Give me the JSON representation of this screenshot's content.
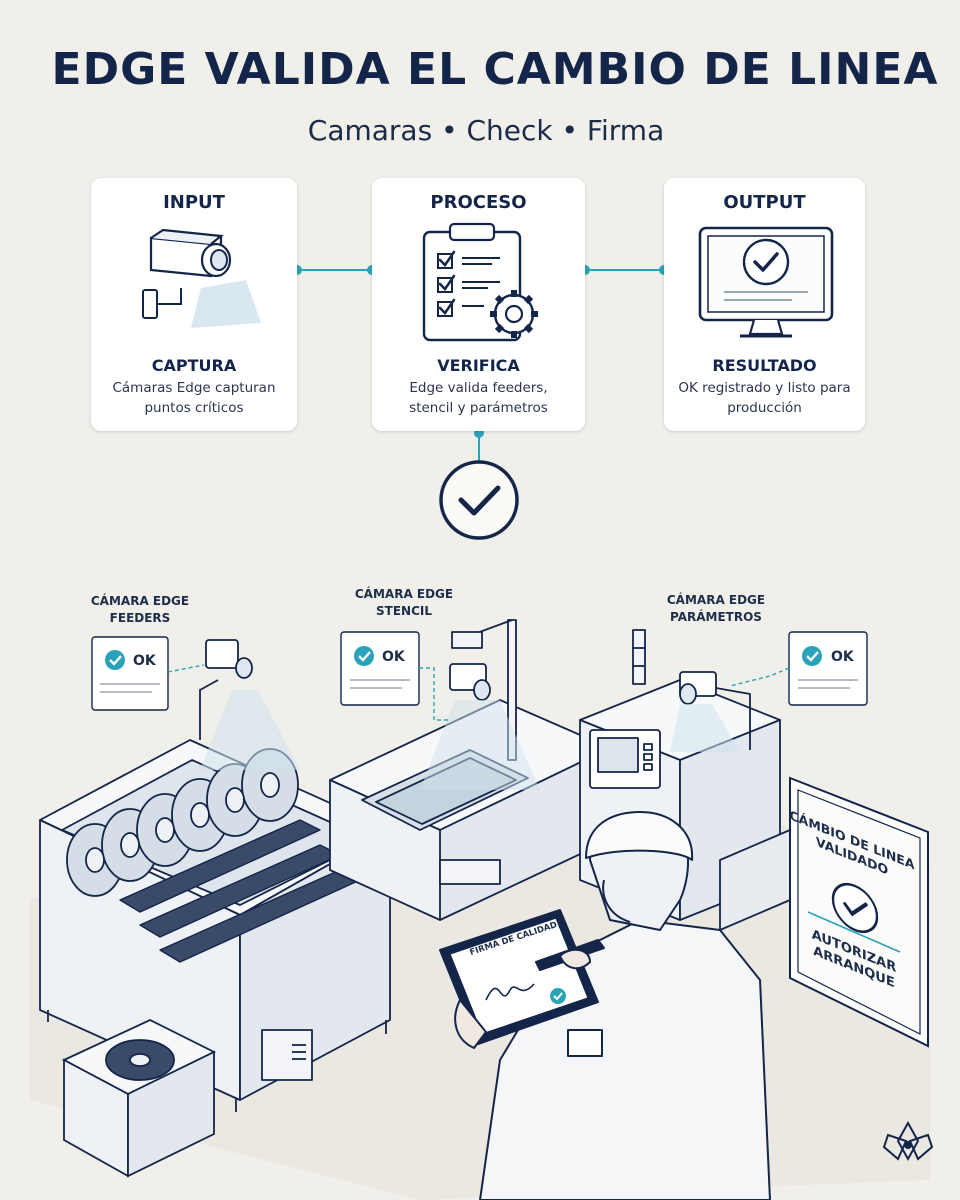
{
  "title": "EDGE VALIDA EL CAMBIO DE LINEA",
  "subtitle": "Camaras • Check • Firma",
  "cards": [
    {
      "head": "INPUT",
      "sub": "CAPTURA",
      "desc": "Cámaras Edge capturan puntos críticos",
      "icon": "camera-icon"
    },
    {
      "head": "PROCESO",
      "sub": "VERIFICA",
      "desc": "Edge valida feeders, stencil y parámetros",
      "icon": "checklist-gear-icon"
    },
    {
      "head": "OUTPUT",
      "sub": "RESULTADO",
      "desc": "OK registrado y listo para producción",
      "icon": "monitor-check-icon"
    }
  ],
  "scene": {
    "cam_feeders": [
      "CÁMARA EDGE",
      "FEEDERS"
    ],
    "cam_stencil": [
      "CÁMARA EDGE",
      "STENCIL"
    ],
    "cam_parametros": [
      "CÁMARA EDGE",
      "PARÁMETROS"
    ],
    "ok": "OK",
    "tablet_label": "FIRMA DE CALIDAD",
    "sign_line1": "CÁMBIO DE LINEA",
    "sign_line2": "VALIDADO",
    "sign_line3": "AUTORIZAR",
    "sign_line4": "ARRANQUE"
  },
  "colors": {
    "navy": "#14254a",
    "teal": "#2aa3b8",
    "check_green": "#2aa3b8",
    "background": "#f1efea"
  }
}
